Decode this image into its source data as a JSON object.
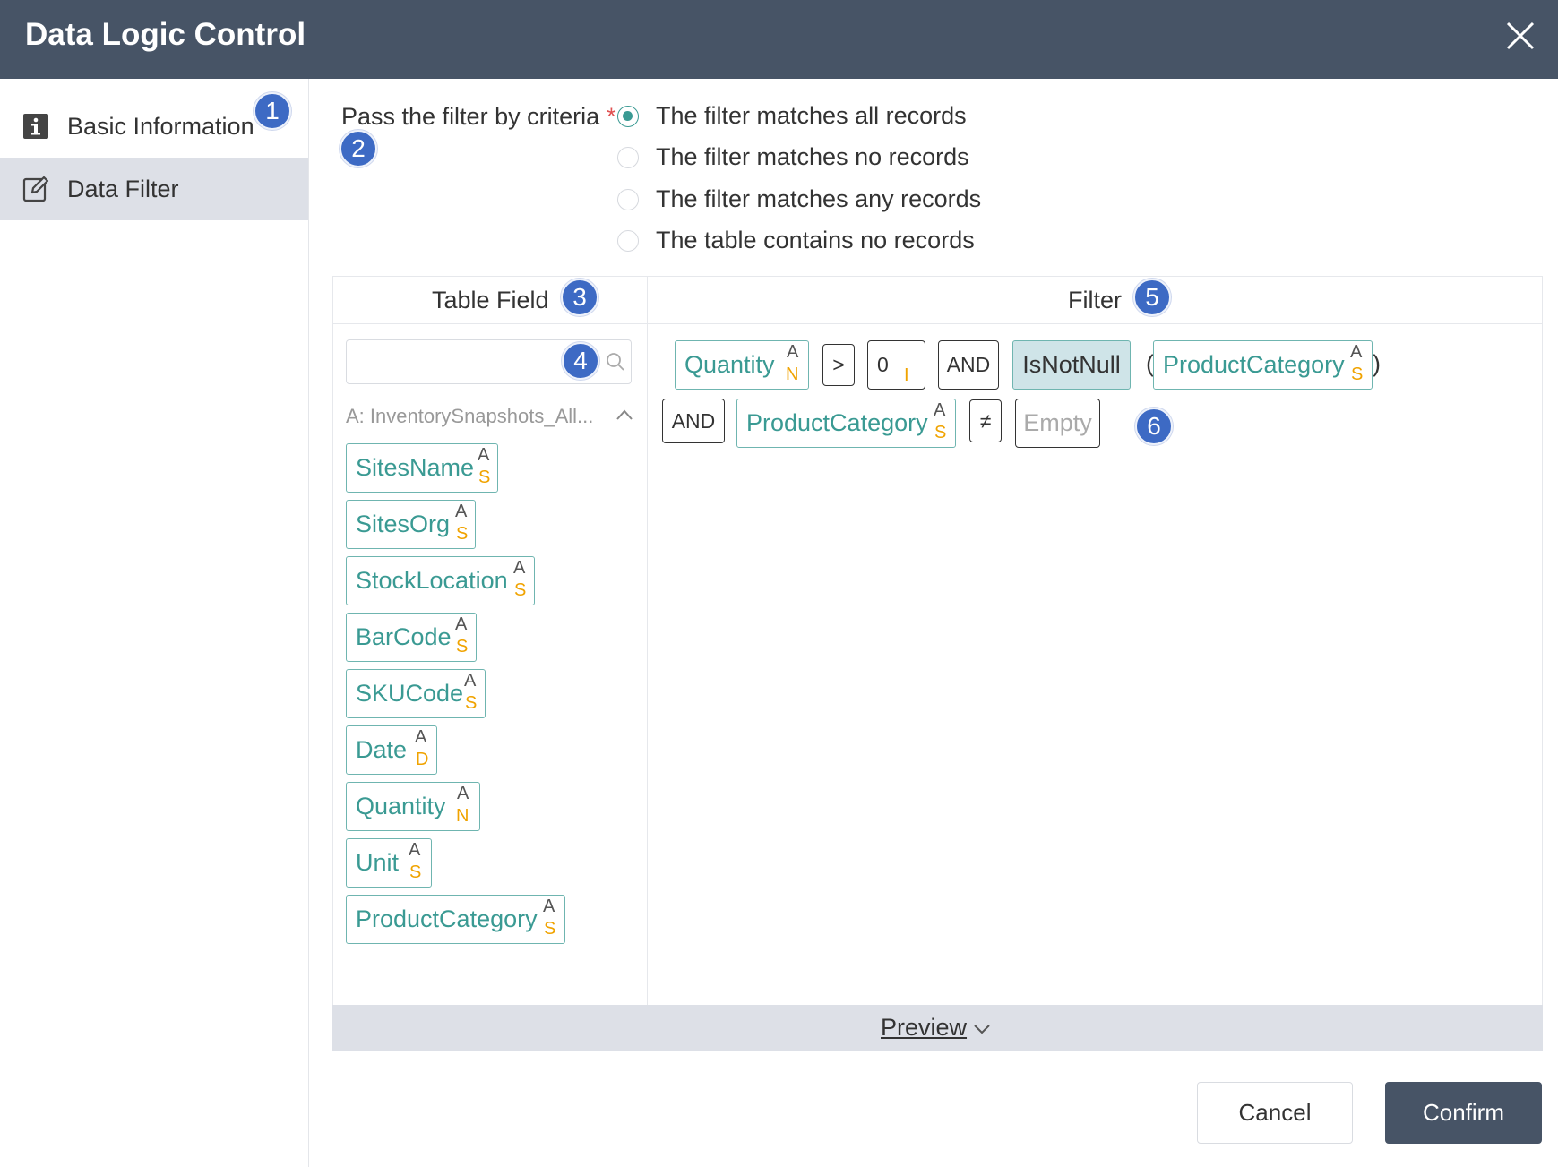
{
  "window": {
    "title": "Data Logic Control"
  },
  "sidebar": {
    "items": [
      {
        "label": "Basic Information",
        "icon": "info-icon"
      },
      {
        "label": "Data Filter",
        "icon": "edit-icon",
        "active": true
      }
    ]
  },
  "badges": [
    "1",
    "2",
    "3",
    "4",
    "5",
    "6"
  ],
  "criteria": {
    "label": "Pass the filter by criteria",
    "required_mark": "*",
    "options": [
      {
        "label": "The filter matches all records",
        "checked": true
      },
      {
        "label": "The filter matches no records",
        "checked": false
      },
      {
        "label": "The filter matches any records",
        "checked": false
      },
      {
        "label": "The table contains no records",
        "checked": false
      }
    ]
  },
  "table_field": {
    "header": "Table Field",
    "search": {
      "value": "",
      "placeholder": ""
    },
    "group": "A: InventorySnapshots_All...",
    "fields": [
      {
        "name": "SitesName",
        "source": "A",
        "type": "S"
      },
      {
        "name": "SitesOrg",
        "source": "A",
        "type": "S"
      },
      {
        "name": "StockLocation",
        "source": "A",
        "type": "S"
      },
      {
        "name": "BarCode",
        "source": "A",
        "type": "S"
      },
      {
        "name": "SKUCode",
        "source": "A",
        "type": "S"
      },
      {
        "name": "Date",
        "source": "A",
        "type": "D"
      },
      {
        "name": "Quantity",
        "source": "A",
        "type": "N"
      },
      {
        "name": "Unit",
        "source": "A",
        "type": "S"
      },
      {
        "name": "ProductCategory",
        "source": "A",
        "type": "S"
      }
    ]
  },
  "filter": {
    "header": "Filter",
    "row1": {
      "field1": {
        "name": "Quantity",
        "source": "A",
        "type": "N"
      },
      "operator": ">",
      "value": {
        "text": "0",
        "type": "I"
      },
      "conj": "AND",
      "func": "IsNotNull",
      "open_paren": "(",
      "field2": {
        "name": "ProductCategory",
        "source": "A",
        "type": "S"
      },
      "close_paren": ")"
    },
    "row2": {
      "conj": "AND",
      "field": {
        "name": "ProductCategory",
        "source": "A",
        "type": "S"
      },
      "operator": "≠",
      "value": "Empty"
    }
  },
  "preview": {
    "label": "Preview"
  },
  "buttons": {
    "cancel": "Cancel",
    "confirm": "Confirm"
  },
  "colors": {
    "header": "#475466",
    "accent": "#3a9a93",
    "badge": "#3d6ac4",
    "type_letter": "#f0a300"
  }
}
